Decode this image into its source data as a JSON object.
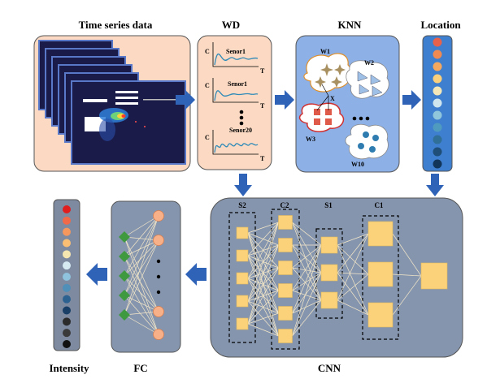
{
  "titles": {
    "time_series": "Time series data",
    "wd": "WD",
    "knn": "KNN",
    "location": "Location",
    "intensity": "Intensity",
    "fc": "FC",
    "cnn": "CNN"
  },
  "wd": {
    "plots": [
      {
        "label": "Senor1",
        "c": "C",
        "t": "T"
      },
      {
        "label": "Senor1",
        "c": "C",
        "t": "T"
      },
      {
        "label": "Senor20",
        "c": "C",
        "t": "T"
      }
    ]
  },
  "knn": {
    "w1": "W1",
    "w2": "W2",
    "w3": "W3",
    "w10": "W10",
    "x": "X"
  },
  "cnn": {
    "s2": "S2",
    "c2": "C2",
    "s1": "S1",
    "c1": "C1"
  },
  "colors": {
    "location_dots": [
      "#e8614a",
      "#f08a50",
      "#f6a85e",
      "#fbd07c",
      "#f4e8b8",
      "#cfe6ee",
      "#8fc6dc",
      "#4f9bbf",
      "#2f6f98",
      "#1f4e78",
      "#12355a"
    ],
    "intensity_dots": [
      "#e01e1e",
      "#f06a4a",
      "#f6975e",
      "#fbbf74",
      "#f6e6b0",
      "#d6eaf2",
      "#8fc2dc",
      "#4f8fb8",
      "#2d6190",
      "#1a3f66",
      "#2b2b2b",
      "#3a3a3a",
      "#111111"
    ]
  }
}
